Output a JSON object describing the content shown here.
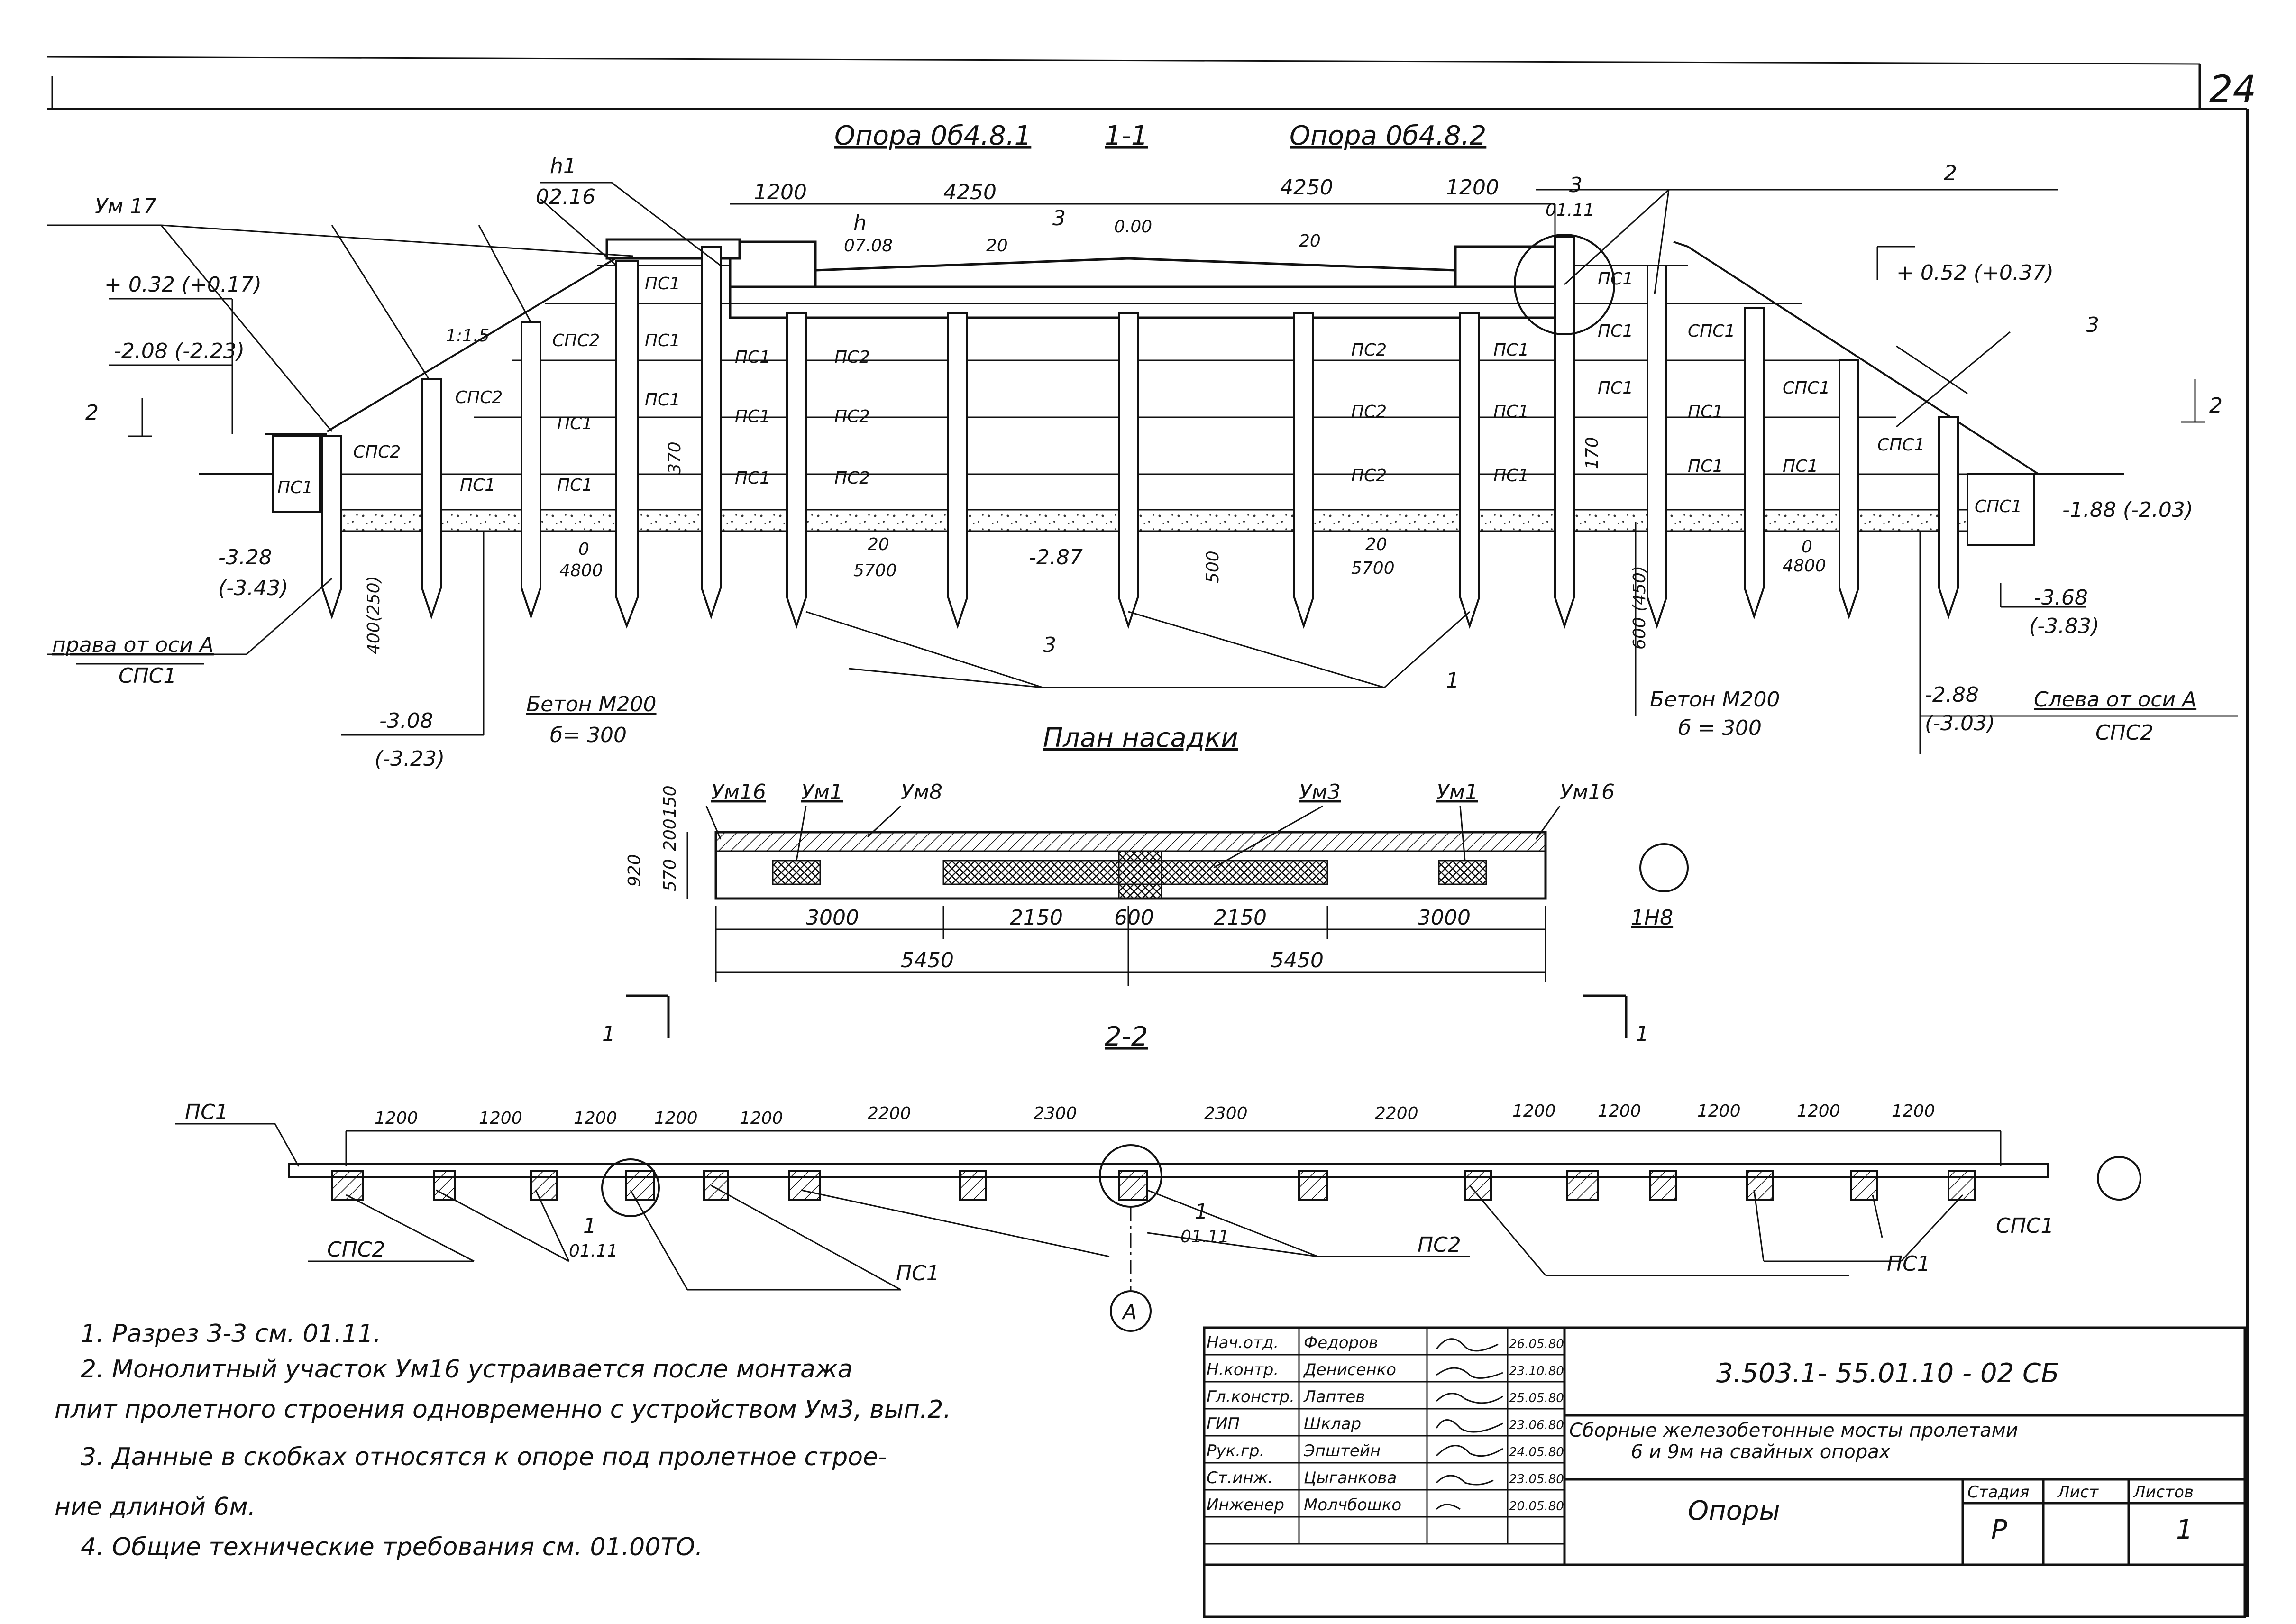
{
  "sheet_number": "24",
  "section_1_1": {
    "title_left": "Опора 0б4.8.1",
    "title_mid": "1-1",
    "title_right": "Опора 0б4.8.2",
    "labels": {
      "h1": "h1",
      "h1_code": "02.16",
      "um17": "Ум 17",
      "elev_left_top": "+ 0.32 (+0.17)",
      "elev_left_2": "-2.08 (-2.23)",
      "slope": "1:1.5",
      "dim_1200_l": "1200",
      "dim_4250_l": "4250",
      "dim_4250_r": "4250",
      "dim_1200_r": "1200",
      "h_ref": "h",
      "h_code": "07.08",
      "zero": "0.00",
      "sec3": "3",
      "w20a": "20",
      "w20b": "20",
      "ref3": "3",
      "ref3_code": "01.11",
      "ref2": "2",
      "elev_right_top": "+ 0.52 (+0.37)",
      "ref3b": "3",
      "cut2": "2",
      "elev_right_bot": "-1.88 (-2.03)",
      "elev_328": "-3.28",
      "elev_343": "(-3.43)",
      "pile400": "400(250)",
      "left_axis_note": "права от оси А",
      "left_axis_code": "СПС1",
      "elev_308": "-3.08",
      "elev_323": "(-3.23)",
      "concrete_l": "Бетон М200",
      "concrete_l_thk": "б= 300",
      "dim_0": "0",
      "dim_4800": "4800",
      "dim_20a": "20",
      "dim_5700a": "5700",
      "elev_287": "-2.87",
      "dim_500": "500",
      "dim_20b": "20",
      "dim_5700b": "5700",
      "dim_0b": "0",
      "dim_4800b": "4800",
      "dim_170": "170",
      "dim_370": "370",
      "pile600": "600 (450)",
      "concrete_r": "Бетон М200",
      "concrete_r_thk": "б = 300",
      "elev_288": "-2.88",
      "elev_303": "(-3.03)",
      "elev_368": "-3.68",
      "elev_383": "(-3.83)",
      "right_axis_note": "Слева от оси А",
      "right_axis_code": "СПС2",
      "ref1": "1",
      "sec3b": "3"
    },
    "blocks": {
      "pc1": "ПС1",
      "pc2": "ПС2",
      "spc1": "СПС1",
      "spc2": "СПС2"
    }
  },
  "cap_plan": {
    "title": "План насадки",
    "um16_l": "Ум16",
    "um1_l": "Ум1",
    "um8": "Ум8",
    "um3": "Ум3",
    "um1_r": "Ум1",
    "um16_r": "Ум16",
    "d920": "920",
    "d570": "570",
    "d200": "200",
    "d150": "150",
    "d3000_l": "3000",
    "d2150_l": "2150",
    "d600": "600",
    "d2150_r": "2150",
    "d3000_r": "3000",
    "d5450_l": "5450",
    "d5450_r": "5450",
    "ref_1h8": "1Н8",
    "cut1_l": "1",
    "cut1_r": "1"
  },
  "section_2_2": {
    "title": "2-2",
    "pc1": "ПС1",
    "spc2": "СПС2",
    "ref1": "1",
    "ref1_code": "01.11",
    "ref1b": "1",
    "ref1b_code": "01.11",
    "pc1_mid": "ПС1",
    "pc2": "ПС2",
    "spc1": "СПС1",
    "pc1_r": "ПС1",
    "axis_a": "А",
    "dims": [
      "1200",
      "1200",
      "1200",
      "1200",
      "1200",
      "2200",
      "2300",
      "2300",
      "2200",
      "1200",
      "1200",
      "1200",
      "1200",
      "1200"
    ]
  },
  "notes": [
    "1. Разрез 3-3 см. 01.11.",
    "2. Монолитный участок Ум16 устраивается после монтажа",
    "плит пролетного строения одновременно с устройством Ум3, вып.2.",
    "3. Данные в скобках относятся к опоре под пролетное строе-",
    "ние длиной 6м.",
    "4. Общие технические требования см. 01.00ТО."
  ],
  "title_block": {
    "roles": [
      "Нач.отд.",
      "Н.контр.",
      "Гл.констр.",
      "ГИП",
      "Рук.гр.",
      "Ст.инж.",
      "Инженер"
    ],
    "names": [
      "Федоров",
      "Денисенко",
      "Лаптев",
      "Шклар",
      "Эпштейн",
      "Цыганкова",
      "Молчбошко"
    ],
    "dates": [
      "26.05.80",
      "23.10.80",
      "25.05.80",
      "23.06.80",
      "24.05.80",
      "23.05.80",
      "20.05.80"
    ],
    "code": "3.503.1- 55.01.10 - 02 СБ",
    "project": "Сборные железобетонные мосты пролетами",
    "project2": "6 и 9м на свайных опорах",
    "sheet_title": "Опоры",
    "col_stage": "Стадия",
    "col_sheet": "Лист",
    "col_sheets": "Листов",
    "stage": "Р",
    "sheets": "1"
  }
}
